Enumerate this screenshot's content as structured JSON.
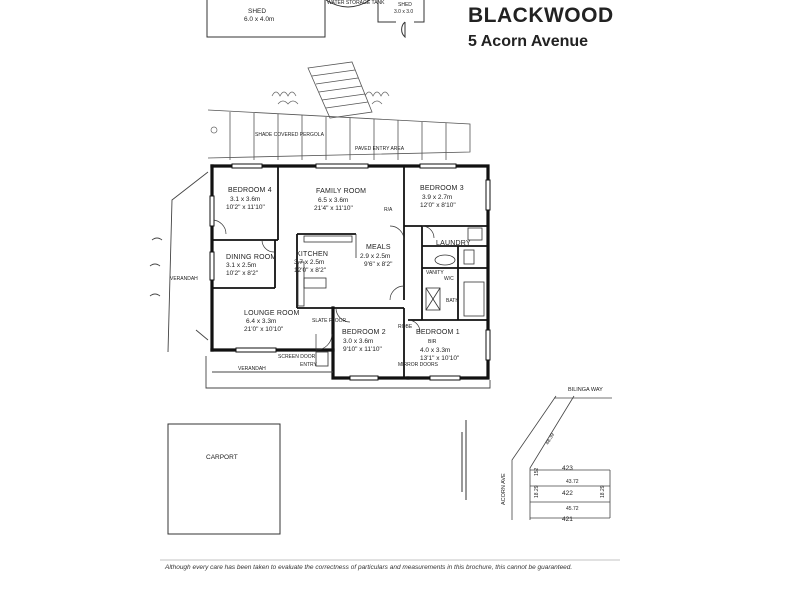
{
  "header": {
    "title": "BLACKWOOD",
    "address": "5 Acorn Avenue"
  },
  "outbuildings": {
    "shed_left": {
      "label": "SHED",
      "size": "6.0 x 4.0m"
    },
    "water_tank": "WATER STORAGE TANK",
    "shed_right": {
      "label": "SHED",
      "size": "3.0 x 3.0"
    }
  },
  "exterior": {
    "pergola": "SHADE COVERED PERGOLA",
    "paved_area": "PAVED ENTRY AREA",
    "verandah_side": "VERANDAH",
    "verandah_front": "VERANDAH",
    "screen_door": "SCREEN DOOR",
    "entry": "ENTRY",
    "carport": "CARPORT"
  },
  "rooms": {
    "bedroom4": {
      "name": "BEDROOM 4",
      "metric": "3.1 x 3.6m",
      "imperial": "10'2\" x 11'10\""
    },
    "family": {
      "name": "FAMILY ROOM",
      "metric": "6.5 x 3.6m",
      "imperial": "21'4\" x 11'10\""
    },
    "bedroom3": {
      "name": "BEDROOM 3",
      "metric": "3.9 x 2.7m",
      "imperial": "12'0\" x 8'10\""
    },
    "dining": {
      "name": "DINING ROOM",
      "metric": "3.1 x 2.5m",
      "imperial": "10'2\" x 8'2\""
    },
    "kitchen": {
      "name": "KITCHEN",
      "metric": "3.7 x 2.5m",
      "imperial": "12'0\" x 8'2\""
    },
    "meals": {
      "name": "MEALS",
      "metric": "2.9 x 2.5m",
      "imperial": "9'6\" x 8'2\""
    },
    "lounge": {
      "name": "LOUNGE ROOM",
      "metric": "6.4 x 3.3m",
      "imperial": "21'0\" x 10'10\""
    },
    "bedroom2": {
      "name": "BEDROOM 2",
      "metric": "3.0 x 3.6m",
      "imperial": "9'10\" x 11'10\""
    },
    "bedroom1": {
      "name": "BEDROOM 1",
      "metric": "4.0 x 3.3m",
      "imperial": "13'1\" x 10'10\""
    },
    "laundry": "LAUNDRY",
    "vanity": "VANITY",
    "wc": "W/C",
    "bath": "BATH",
    "robe": "ROBE",
    "slate_floor": "SLATE FLOOR",
    "ra": "R/A",
    "bir": "BIR",
    "mirror_doors": "MIRROR DOORS"
  },
  "site": {
    "street_top": "BILINGA WAY",
    "street_side": "ACORN AVE",
    "lots": [
      "423",
      "422",
      "421"
    ],
    "dims": [
      "48.39",
      "152",
      "43.72",
      "18.29",
      "18.29",
      "45.72"
    ]
  },
  "disclaimer": "Although every care has been taken to evaluate the correctness of particulars and measurements in this brochure, this cannot be guaranteed.",
  "colors": {
    "ink": "#222222",
    "wall": "#111111",
    "paper": "#ffffff"
  }
}
